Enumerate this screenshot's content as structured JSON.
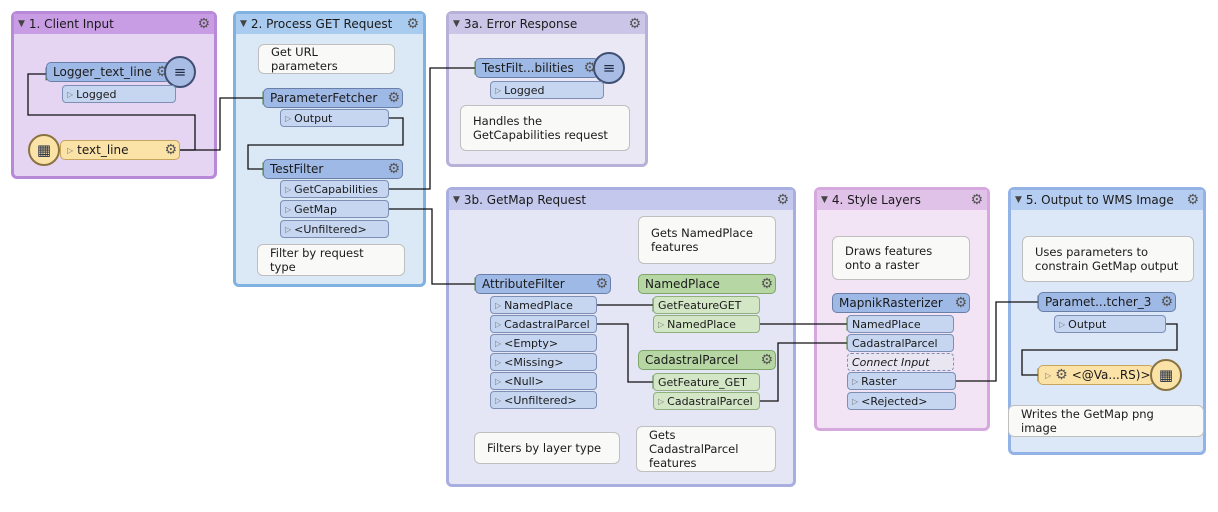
{
  "bookmarks": {
    "client_input": "1. Client Input",
    "process_get": "2. Process GET Request",
    "error_response": "3a. Error Response",
    "getmap_request": "3b. GetMap Request",
    "style_layers": "4. Style Layers",
    "output_wms": "5. Output to WMS Image"
  },
  "annotations": {
    "get_url_params": "Get URL parameters",
    "filter_by_request": "Filter by request type",
    "handles_getcap": "Handles the GetCapabilities request",
    "gets_namedplace": "Gets NamedPlace features",
    "filters_by_layer": "Filters by layer type",
    "gets_cadastral": "Gets CadastralParcel features",
    "draws_features": "Draws features onto a raster",
    "uses_parameters": "Uses parameters to constrain GetMap output",
    "writes_getmap": "Writes the GetMap png image"
  },
  "transformers": {
    "logger1": {
      "label": "Logger_text_line",
      "port": "Logged"
    },
    "reader": {
      "label": "text_line"
    },
    "param_fetcher": {
      "label": "ParameterFetcher",
      "port": "Output"
    },
    "test_filter": {
      "label": "TestFilter",
      "ports": [
        "GetCapabilities",
        "GetMap",
        "<Unfiltered>"
      ]
    },
    "logger2": {
      "label": "TestFilt...bilities",
      "port": "Logged"
    },
    "attr_filter": {
      "label": "AttributeFilter",
      "ports": [
        "NamedPlace",
        "CadastralParcel",
        "<Empty>",
        "<Missing>",
        "<Null>",
        "<Unfiltered>"
      ]
    },
    "named_place": {
      "label": "NamedPlace",
      "input": "GetFeatureGET",
      "output": "NamedPlace"
    },
    "cadastral": {
      "label": "CadastralParcel",
      "input": "GetFeature_GET",
      "output": "CadastralParcel"
    },
    "mapnik": {
      "label": "MapnikRasterizer",
      "inputs": [
        "NamedPlace",
        "CadastralParcel",
        "Connect Input"
      ],
      "outputs": [
        "Raster",
        "<Rejected>"
      ]
    },
    "param_fetcher3": {
      "label": "Paramet...tcher_3",
      "port": "Output"
    },
    "writer": {
      "label": "<@Va...RS)>"
    }
  },
  "colors": {
    "client_bm": "#b889d6",
    "process_bm": "#7fb2e0",
    "error_bm": "#b7b1d9",
    "getmap_bm": "#a9aee0",
    "style_bm": "#d5a9de",
    "output_bm": "#93b3e6",
    "connector": "#111111"
  }
}
